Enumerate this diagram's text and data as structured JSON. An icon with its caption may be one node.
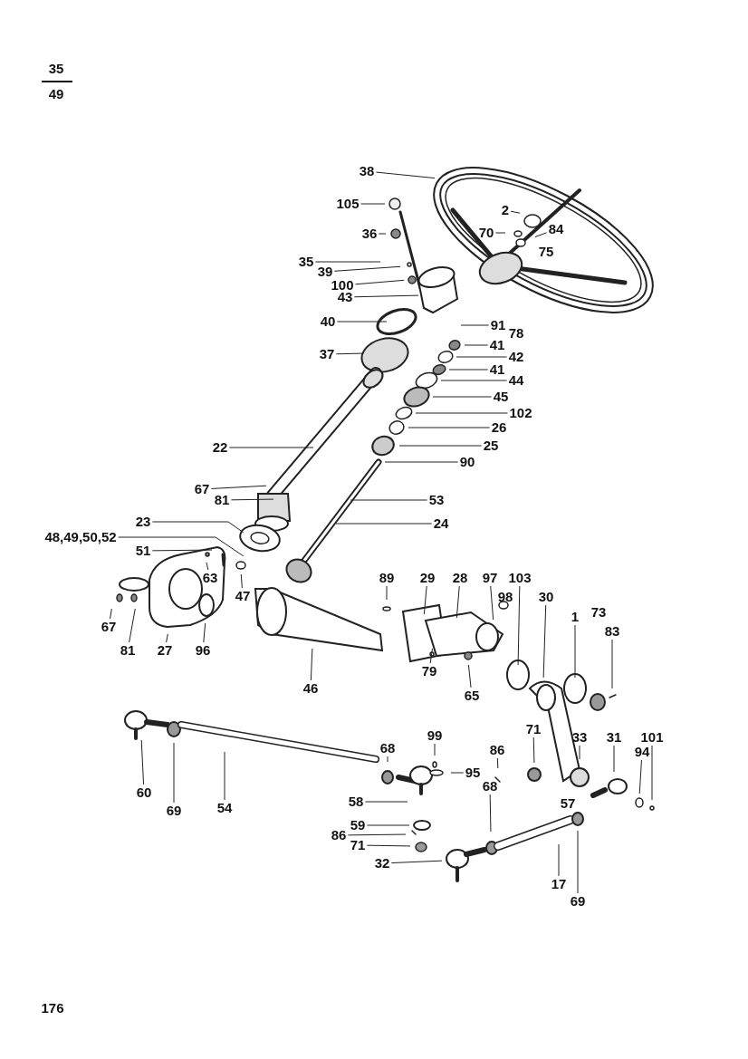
{
  "diagram": {
    "nodes": [
      {
        "text": [
          "38"
        ]
      },
      {
        "text": [
          "105"
        ]
      },
      {
        "text": [
          "2"
        ]
      },
      {
        "text": [
          "36"
        ]
      },
      {
        "text": [
          "35"
        ]
      },
      {
        "text": [
          "70"
        ]
      },
      {
        "text": [
          "84"
        ]
      },
      {
        "text": [
          "39"
        ]
      },
      {
        "text": [
          "100"
        ]
      },
      {
        "text": [
          "43"
        ]
      },
      {
        "text": [
          "40"
        ]
      },
      {
        "text": [
          "91"
        ]
      },
      {
        "text": [
          "37"
        ]
      },
      {
        "text": [
          "41"
        ]
      },
      {
        "text": [
          "42"
        ]
      },
      {
        "text": [
          "41"
        ]
      },
      {
        "text": [
          "44"
        ]
      },
      {
        "text": [
          "45"
        ]
      },
      {
        "text": [
          "102"
        ]
      },
      {
        "text": [
          "26"
        ]
      },
      {
        "text": [
          "25"
        ]
      },
      {
        "text": [
          "22"
        ]
      },
      {
        "text": [
          "90"
        ]
      },
      {
        "text": [
          "67"
        ]
      },
      {
        "text": [
          "81"
        ]
      },
      {
        "text": [
          "53"
        ]
      },
      {
        "text": [
          "23"
        ]
      },
      {
        "text": [
          "24"
        ]
      },
      {
        "text": [
          "48,49,50,52"
        ]
      },
      {
        "text": [
          "51"
        ]
      },
      {
        "text": [
          "63"
        ]
      },
      {
        "text": [
          "47"
        ]
      },
      {
        "text": [
          "89"
        ]
      },
      {
        "text": [
          "29"
        ]
      },
      {
        "text": [
          "28"
        ]
      },
      {
        "text": [
          "97"
        ]
      },
      {
        "text": [
          "103"
        ]
      },
      {
        "text": [
          "30"
        ]
      },
      {
        "text": [
          "1"
        ]
      },
      {
        "text": [
          "83"
        ]
      },
      {
        "text": [
          "67"
        ]
      },
      {
        "text": [
          "81"
        ]
      },
      {
        "text": [
          "27"
        ]
      },
      {
        "text": [
          "96"
        ]
      },
      {
        "text": [
          "46"
        ]
      },
      {
        "text": [
          "79"
        ]
      },
      {
        "text": [
          "65"
        ]
      },
      {
        "text": [
          "68"
        ]
      },
      {
        "text": [
          "99"
        ]
      },
      {
        "text": [
          "95"
        ]
      },
      {
        "text": [
          "71"
        ]
      },
      {
        "text": [
          "86"
        ]
      },
      {
        "text": [
          "33"
        ]
      },
      {
        "text": [
          "31"
        ]
      },
      {
        "text": [
          "94"
        ]
      },
      {
        "text": [
          "101"
        ]
      },
      {
        "text": [
          "60"
        ]
      },
      {
        "text": [
          "69"
        ]
      },
      {
        "text": [
          "54"
        ]
      },
      {
        "text": [
          "58"
        ]
      },
      {
        "text": [
          "68"
        ]
      },
      {
        "text": [
          "59"
        ]
      },
      {
        "text": [
          "86"
        ]
      },
      {
        "text": [
          "71"
        ]
      },
      {
        "text": [
          "32"
        ]
      },
      {
        "text": [
          "17"
        ]
      },
      {
        "text": [
          "69"
        ]
      }
    ],
    "edges": [
      {
        "from": 0,
        "to": null,
        "arrow": "none"
      },
      {
        "from": 1,
        "to": null,
        "arrow": "none"
      },
      {
        "from": 2,
        "to": null,
        "arrow": "none"
      },
      {
        "from": 3,
        "to": null,
        "arrow": "none"
      },
      {
        "from": 4,
        "to": null,
        "arrow": "none"
      },
      {
        "from": 5,
        "to": null,
        "arrow": "none"
      },
      {
        "from": 6,
        "to": null,
        "arrow": "none"
      },
      {
        "from": 7,
        "to": null,
        "arrow": "none"
      },
      {
        "from": 8,
        "to": null,
        "arrow": "none"
      },
      {
        "from": 9,
        "to": null,
        "arrow": "none"
      },
      {
        "from": 10,
        "to": null,
        "arrow": "none"
      },
      {
        "from": 11,
        "to": null,
        "arrow": "none"
      },
      {
        "from": 12,
        "to": null,
        "arrow": "none"
      },
      {
        "from": 13,
        "to": null,
        "arrow": "none"
      },
      {
        "from": 14,
        "to": null,
        "arrow": "none"
      },
      {
        "from": 15,
        "to": null,
        "arrow": "none"
      },
      {
        "from": 16,
        "to": null,
        "arrow": "none"
      },
      {
        "from": 17,
        "to": null,
        "arrow": "none"
      },
      {
        "from": 18,
        "to": null,
        "arrow": "none"
      },
      {
        "from": 19,
        "to": null,
        "arrow": "none"
      },
      {
        "from": 20,
        "to": null,
        "arrow": "none"
      },
      {
        "from": 21,
        "to": null,
        "arrow": "none"
      },
      {
        "from": 22,
        "to": null,
        "arrow": "none"
      },
      {
        "from": 23,
        "to": null,
        "arrow": "none"
      },
      {
        "from": 24,
        "to": null,
        "arrow": "none"
      },
      {
        "from": 25,
        "to": null,
        "arrow": "none"
      },
      {
        "from": 26,
        "to": null,
        "arrow": "none"
      },
      {
        "from": 27,
        "to": null,
        "arrow": "none"
      },
      {
        "from": 28,
        "to": null,
        "arrow": "none"
      },
      {
        "from": 29,
        "to": null,
        "arrow": "none"
      },
      {
        "from": 30,
        "to": null,
        "arrow": "none"
      },
      {
        "from": 31,
        "to": null,
        "arrow": "none"
      },
      {
        "from": 32,
        "to": null,
        "arrow": "none"
      },
      {
        "from": 33,
        "to": null,
        "arrow": "none"
      },
      {
        "from": 34,
        "to": null,
        "arrow": "none"
      },
      {
        "from": 35,
        "to": null,
        "arrow": "none"
      },
      {
        "from": 36,
        "to": null,
        "arrow": "none"
      },
      {
        "from": 37,
        "to": null,
        "arrow": "none"
      },
      {
        "from": 38,
        "to": null,
        "arrow": "none"
      },
      {
        "from": 39,
        "to": null,
        "arrow": "none"
      },
      {
        "from": 40,
        "to": null,
        "arrow": "none"
      },
      {
        "from": 41,
        "to": null,
        "arrow": "none"
      },
      {
        "from": 42,
        "to": null,
        "arrow": "none"
      },
      {
        "from": 43,
        "to": null,
        "arrow": "none"
      },
      {
        "from": 44,
        "to": null,
        "arrow": "none"
      },
      {
        "from": 45,
        "to": null,
        "arrow": "none"
      },
      {
        "from": 46,
        "to": null,
        "arrow": "none"
      },
      {
        "from": 47,
        "to": null,
        "arrow": "none"
      },
      {
        "from": 48,
        "to": null,
        "arrow": "none"
      },
      {
        "from": 49,
        "to": null,
        "arrow": "none"
      },
      {
        "from": 50,
        "to": null,
        "arrow": "none"
      },
      {
        "from": 51,
        "to": null,
        "arrow": "none"
      },
      {
        "from": 52,
        "to": null,
        "arrow": "none"
      },
      {
        "from": 53,
        "to": null,
        "arrow": "none"
      },
      {
        "from": 54,
        "to": null,
        "arrow": "none"
      },
      {
        "from": 55,
        "to": null,
        "arrow": "none"
      },
      {
        "from": 56,
        "to": null,
        "arrow": "none"
      },
      {
        "from": 57,
        "to": null,
        "arrow": "none"
      },
      {
        "from": 58,
        "to": null,
        "arrow": "none"
      },
      {
        "from": 59,
        "to": null,
        "arrow": "none"
      },
      {
        "from": 60,
        "to": null,
        "arrow": "none"
      },
      {
        "from": 61,
        "to": null,
        "arrow": "none"
      },
      {
        "from": 62,
        "to": null,
        "arrow": "none"
      },
      {
        "from": 63,
        "to": null,
        "arrow": "none"
      },
      {
        "from": 64,
        "to": null,
        "arrow": "none"
      },
      {
        "from": 65,
        "to": null,
        "arrow": "none"
      },
      {
        "from": 66,
        "to": null,
        "arrow": "none"
      }
    ],
    "labels": [
      "35",
      "49",
      "78",
      "75",
      "98",
      "73",
      "57",
      "176"
    ]
  }
}
